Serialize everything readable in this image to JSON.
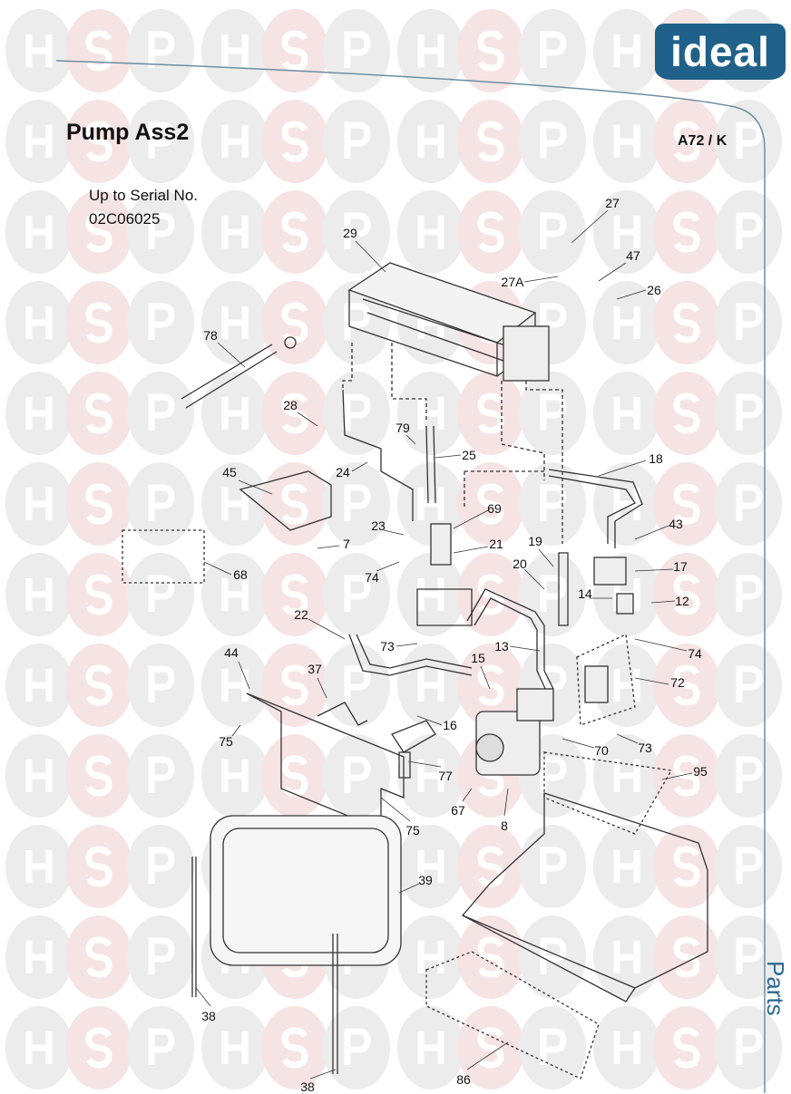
{
  "header": {
    "brand_logo": "ideal",
    "title": "Pump Ass2",
    "diagram_code": "A72 / K",
    "serial_line1": "Up to Serial No.",
    "serial_line2": "02C06025"
  },
  "watermark": {
    "letters": [
      "H",
      "S",
      "P"
    ]
  },
  "side_tab": "Parts",
  "part_labels": [
    "27",
    "47",
    "27A",
    "26",
    "29",
    "78",
    "28",
    "79",
    "25",
    "18",
    "45",
    "24",
    "69",
    "23",
    "21",
    "43",
    "7",
    "68",
    "74",
    "19",
    "20",
    "17",
    "14",
    "12",
    "22",
    "73",
    "13",
    "74",
    "44",
    "37",
    "15",
    "72",
    "16",
    "75",
    "70",
    "73",
    "77",
    "95",
    "67",
    "8",
    "75",
    "39",
    "38",
    "38",
    "86"
  ],
  "colors": {
    "brand": "#1f6189",
    "line": "#333333",
    "watermark_grey": "#ececec",
    "watermark_pink": "#f6e4e4"
  }
}
